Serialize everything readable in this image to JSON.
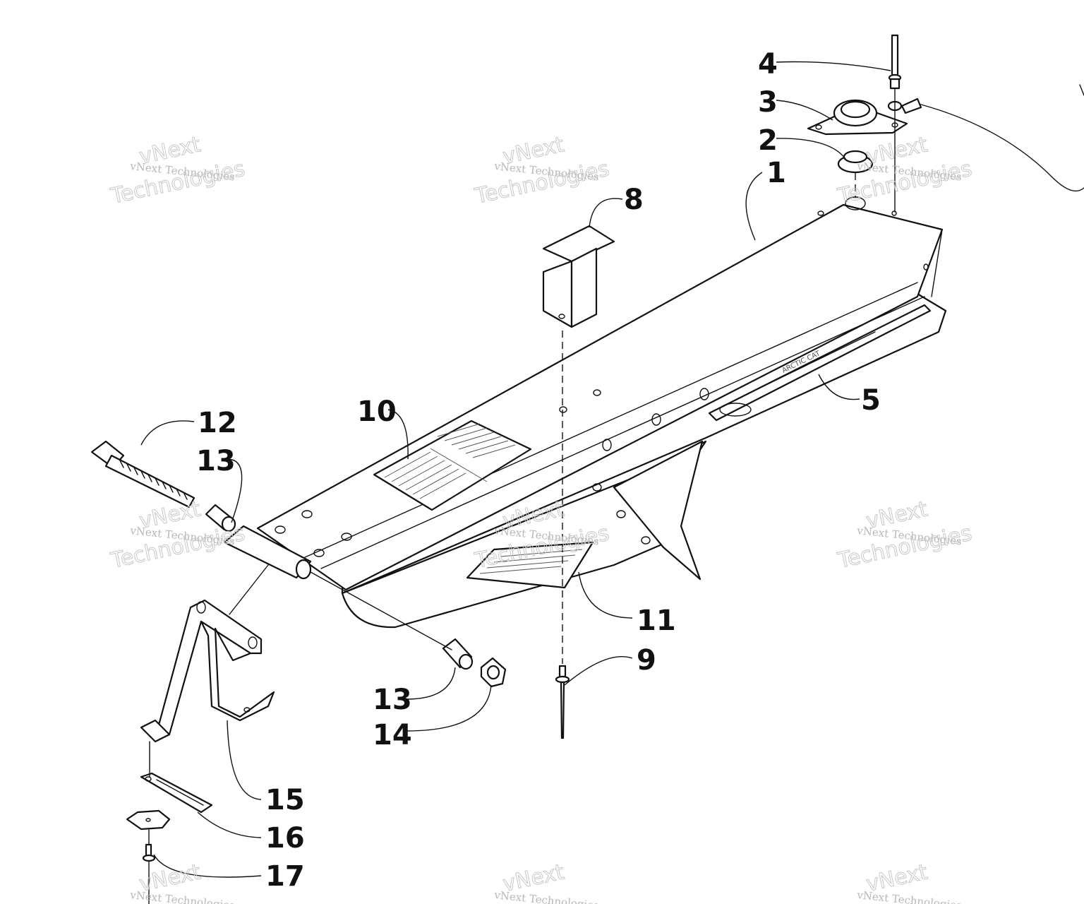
{
  "callouts": [
    {
      "id": "c1",
      "label": "1"
    },
    {
      "id": "c2",
      "label": "2"
    },
    {
      "id": "c3",
      "label": "3"
    },
    {
      "id": "c4",
      "label": "4"
    },
    {
      "id": "c5",
      "label": "5"
    },
    {
      "id": "c8",
      "label": "8"
    },
    {
      "id": "c9",
      "label": "9"
    },
    {
      "id": "c10",
      "label": "10"
    },
    {
      "id": "c11",
      "label": "11"
    },
    {
      "id": "c12",
      "label": "12"
    },
    {
      "id": "c13a",
      "label": "13"
    },
    {
      "id": "c13b",
      "label": "13"
    },
    {
      "id": "c14",
      "label": "14"
    },
    {
      "id": "c15",
      "label": "15"
    },
    {
      "id": "c16",
      "label": "16"
    },
    {
      "id": "c17",
      "label": "17"
    }
  ],
  "watermark": {
    "line1": "vNext Technologies",
    "line2": "vNext",
    "line3": "Technologies"
  },
  "plate_text": "ARCTIC CAT"
}
